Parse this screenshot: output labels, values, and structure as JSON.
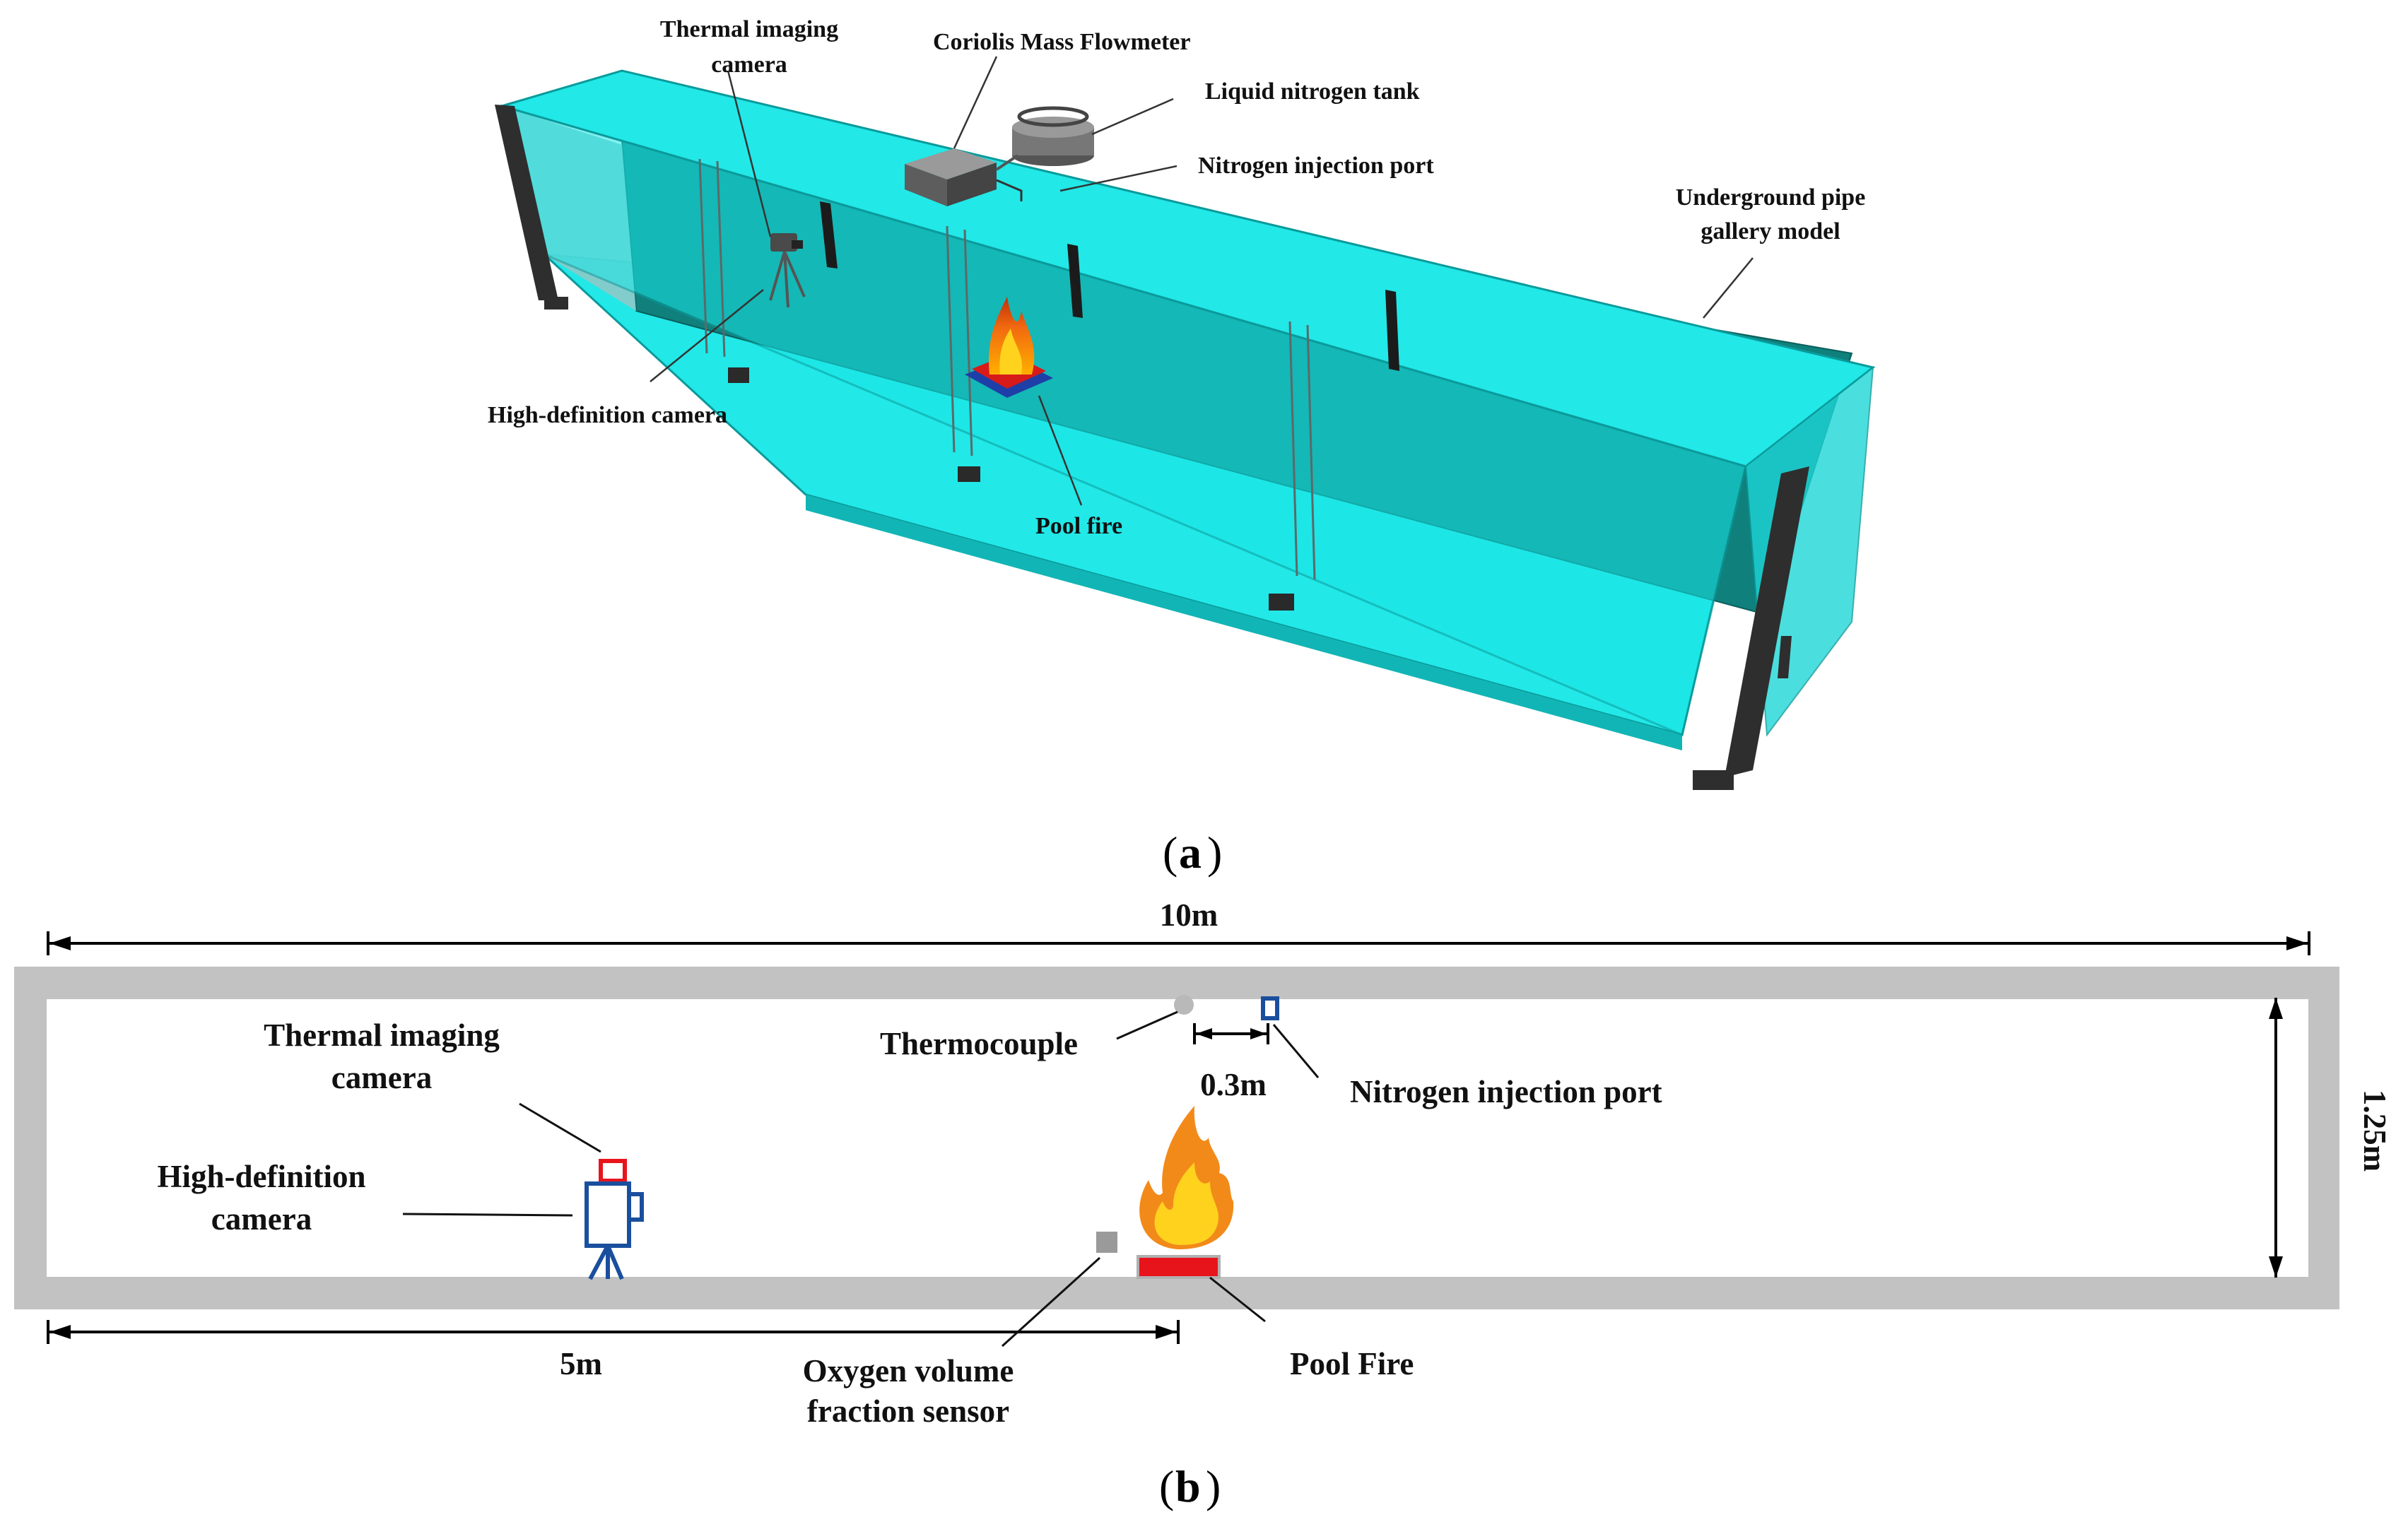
{
  "panel_a": {
    "caption_letter": "a",
    "labels": {
      "thermal_camera_line1": "Thermal imaging",
      "thermal_camera_line2": "camera",
      "flowmeter": "Coriolis Mass Flowmeter",
      "ln2_tank": "Liquid nitrogen tank",
      "injection_port": "Nitrogen injection port",
      "gallery_line1": "Underground pipe",
      "gallery_line2": "gallery model",
      "hd_camera": "High-definition camera",
      "pool_fire": "Pool fire"
    }
  },
  "panel_b": {
    "caption_letter": "b",
    "dimensions": {
      "length": "10m",
      "height": "1.25m",
      "fire_distance": "5m",
      "port_offset": "0.3m"
    },
    "labels": {
      "thermal_camera_line1": "Thermal imaging",
      "thermal_camera_line2": "camera",
      "hd_camera_line1": "High-definition",
      "hd_camera_line2": "camera",
      "thermocouple": "Thermocouple",
      "injection_port": "Nitrogen injection port",
      "oxygen_sensor_line1": "Oxygen volume",
      "oxygen_sensor_line2": "fraction sensor",
      "pool_fire": "Pool Fire"
    }
  },
  "colors": {
    "gallery_glass": "#19e6e6",
    "gallery_back_wall": "#0f807c",
    "frame_dark": "#2e2e2e",
    "tunnel_wall_gray": "#c2c2c2",
    "camera_blue": "#1a4f9e",
    "camera_red": "#e8141c",
    "pool_red": "#e8141c",
    "flame_orange": "#f28a1a",
    "flame_yellow": "#ffd21e"
  }
}
